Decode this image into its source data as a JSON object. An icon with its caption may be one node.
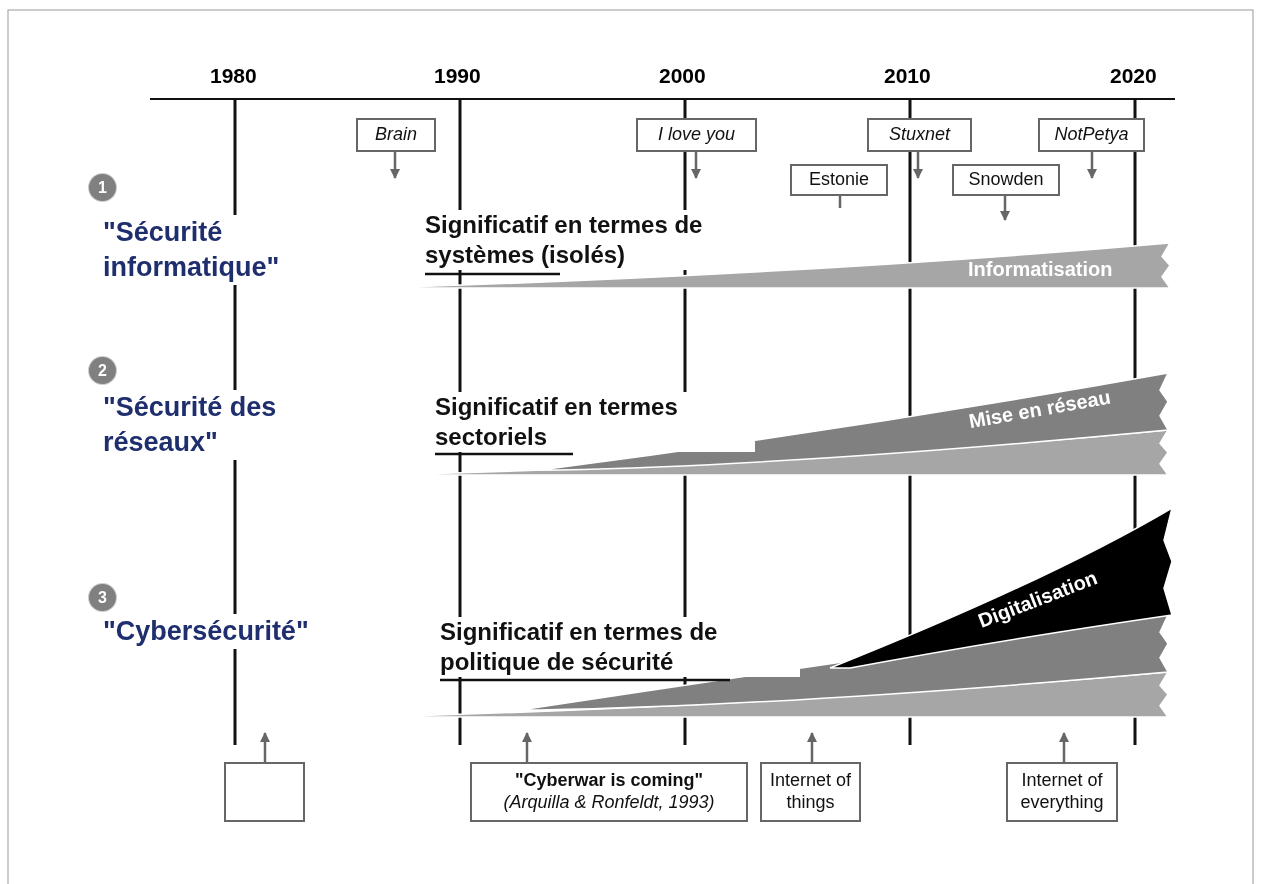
{
  "diagram": {
    "nodes": [
      {
        "text": [
          "Brain"
        ]
      },
      {
        "text": [
          "I love you"
        ]
      },
      {
        "text": [
          "Stuxnet"
        ]
      },
      {
        "text": [
          "NotPetya"
        ]
      },
      {
        "text": [
          "Estonie"
        ]
      },
      {
        "text": [
          "Snowden"
        ]
      },
      {
        "text": [],
        "shape": "box"
      },
      {
        "text": [
          "\"Cyberwar is coming\"",
          "(Arquilla & Ronfeldt, 1993)"
        ]
      },
      {
        "text": [
          "Internet of things"
        ]
      },
      {
        "text": [
          "Internet of everything"
        ]
      }
    ],
    "edges": [
      {
        "from": 0,
        "to": null,
        "arrow": "to"
      },
      {
        "from": 1,
        "to": null,
        "arrow": "to"
      },
      {
        "from": 2,
        "to": null,
        "arrow": "to"
      },
      {
        "from": 3,
        "to": null,
        "arrow": "to"
      },
      {
        "from": 4,
        "to": null,
        "arrow": "none"
      },
      {
        "from": 5,
        "to": null,
        "arrow": "to"
      },
      {
        "from": 6,
        "to": null,
        "arrow": "to"
      },
      {
        "from": 7,
        "to": null,
        "arrow": "to"
      },
      {
        "from": 8,
        "to": null,
        "arrow": "to"
      },
      {
        "from": 9,
        "to": null,
        "arrow": "to"
      }
    ],
    "labels": [
      "1980",
      "1990",
      "2000",
      "2010",
      "2020",
      "1",
      "\"Sécurité informatique\"",
      "Significatif en termes de systèmes (isolés)",
      "Informatisation",
      "2",
      "\"Sécurité des réseaux\"",
      "Significatif en termes sectoriels",
      "Mise en réseau",
      "3",
      "\"Cybersécurité\"",
      "Significatif en termes de politique de sécurité",
      "Digitalisation"
    ]
  }
}
